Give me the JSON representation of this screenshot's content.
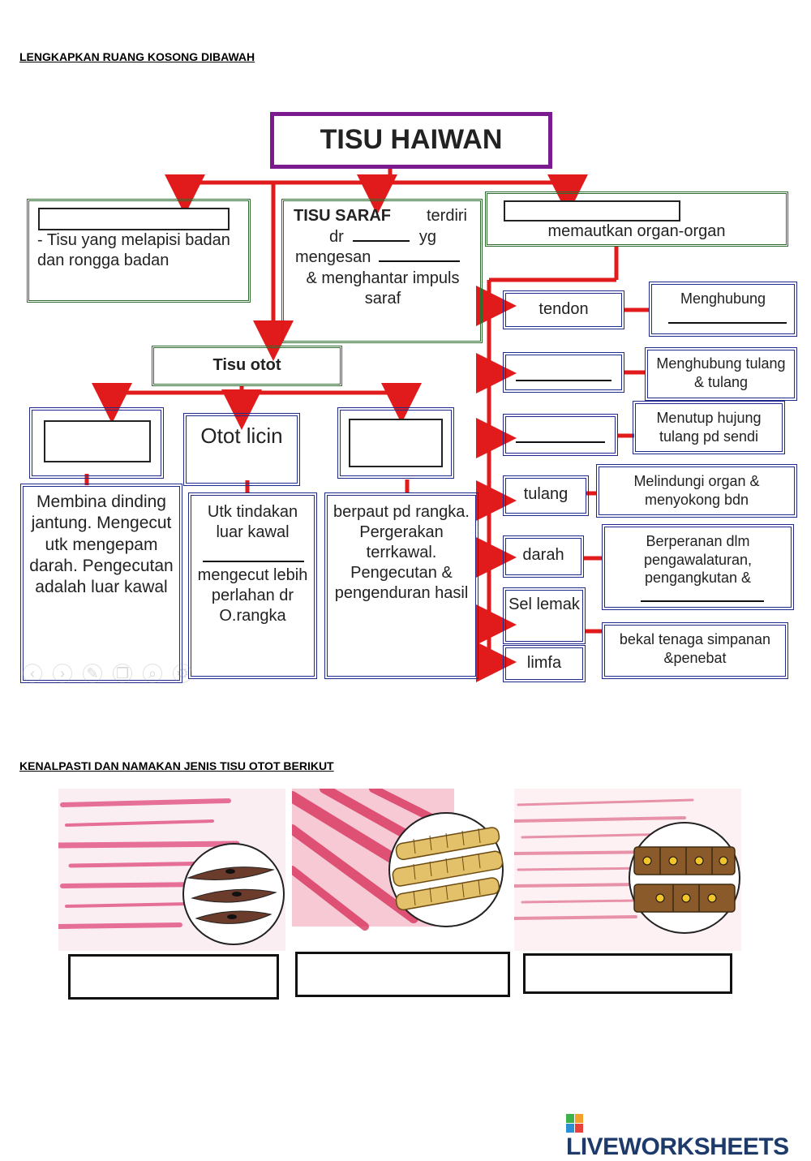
{
  "section1": {
    "heading": "LENGKAPKAN RUANG KOSONG DIBAWAH",
    "root": "TISU HAIWAN",
    "epitelium_desc": "- Tisu yang melapisi badan dan rongga badan",
    "saraf": {
      "title": "TISU SARAF",
      "t1": "terdiri",
      "t2": "dr",
      "t3": "yg",
      "t4": "mengesan",
      "t5": "& menghantar impuls saraf"
    },
    "penghubung_desc": "memautkan organ-organ",
    "otot_title": "Tisu otot",
    "otot_licin_title": "Otot licin",
    "otot_jantung_desc": "Membina dinding jantung. Mengecut utk mengepam darah. Pengecutan adalah luar kawal",
    "otot_licin_desc1": "Utk tindakan luar kawal",
    "otot_licin_desc2": "mengecut lebih perlahan dr O.rangka",
    "otot_rangka_desc": "berpaut pd rangka. Pergerakan terrkawal. Pengecutan & pengenduran hasil",
    "connective_items": [
      {
        "label": "tendon",
        "desc": "Menghubung"
      },
      {
        "label": "",
        "desc": "Menghubung tulang & tulang"
      },
      {
        "label": "",
        "desc": "Menutup hujung tulang pd sendi"
      },
      {
        "label": "tulang",
        "desc": "Melindungi organ & menyokong bdn"
      },
      {
        "label": "darah",
        "desc": "Berperanan dlm pengawalaturan, pengangkutan &"
      },
      {
        "label": "Sel lemak",
        "desc": "bekal tenaga simpanan &penebat"
      },
      {
        "label": "limfa",
        "desc": ""
      }
    ]
  },
  "section2": {
    "heading": "KENALPASTI DAN NAMAKAN JENIS TISU OTOT BERIKUT"
  },
  "footer": {
    "brand": "LIVEWORKSHEETS"
  },
  "colors": {
    "arrow": "#e11b1b",
    "root_border": "#7b1b8f",
    "green_border": "#2e6b2e",
    "blue_border": "#1f2a8c",
    "pink": "#e0457a"
  }
}
